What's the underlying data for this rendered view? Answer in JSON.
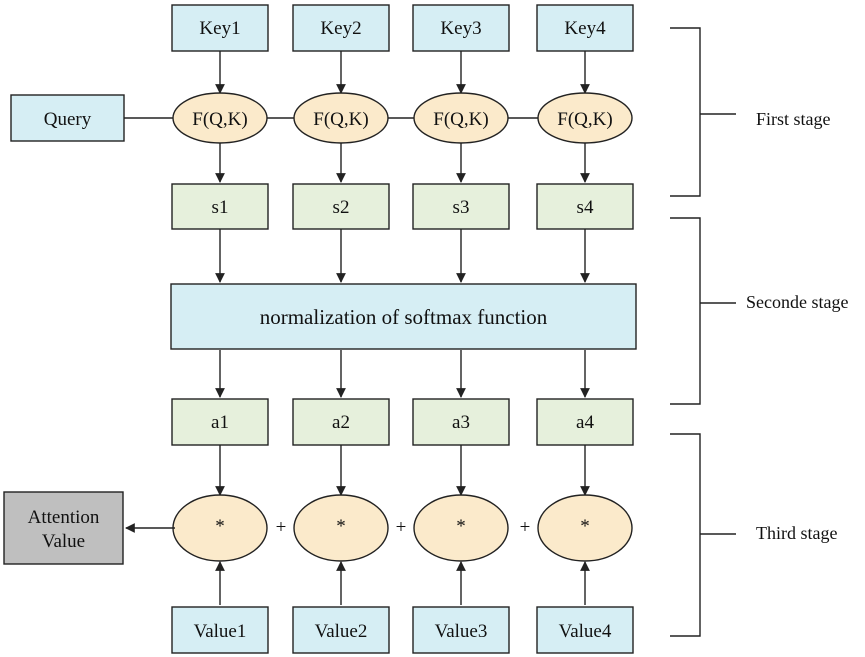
{
  "query": "Query",
  "keys": [
    "Key1",
    "Key2",
    "Key3",
    "Key4"
  ],
  "similarity_fn": [
    "F(Q,K)",
    "F(Q,K)",
    "F(Q,K)",
    "F(Q,K)"
  ],
  "scores": [
    "s1",
    "s2",
    "s3",
    "s4"
  ],
  "softmax_label": "normalization of softmax function",
  "weights": [
    "a1",
    "a2",
    "a3",
    "a4"
  ],
  "multiply_ops": [
    "*",
    "*",
    "*",
    "*"
  ],
  "plus_ops": [
    "+",
    "+",
    "+"
  ],
  "values": [
    "Value1",
    "Value2",
    "Value3",
    "Value4"
  ],
  "attention_value": [
    "Attention",
    "Value"
  ],
  "stages": [
    "First stage",
    "Seconde stage",
    "Third stage"
  ],
  "colors": {
    "input_box": "#d6eef4",
    "fn_ellipse": "#fbeacb",
    "score_box": "#e6f0dc",
    "output_box": "#bfbfbf",
    "stroke": "#222222"
  }
}
